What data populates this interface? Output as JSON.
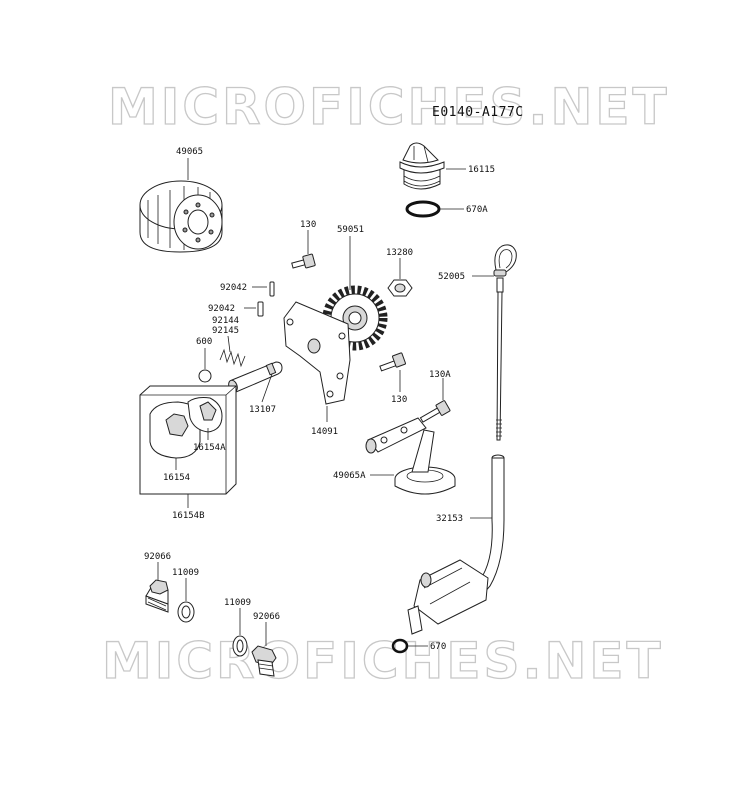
{
  "diagram_code": "E0140-A177C",
  "watermarks": [
    "MICROFICHES.NET",
    "MICROFICHES.NET"
  ],
  "parts": [
    {
      "id": "p49065",
      "label": "49065"
    },
    {
      "id": "p16115",
      "label": "16115"
    },
    {
      "id": "p670A",
      "label": "670A"
    },
    {
      "id": "p130a",
      "label": "130"
    },
    {
      "id": "p59051",
      "label": "59051"
    },
    {
      "id": "p13280",
      "label": "13280"
    },
    {
      "id": "p92042a",
      "label": "92042"
    },
    {
      "id": "p52005",
      "label": "52005"
    },
    {
      "id": "p92042b",
      "label": "92042"
    },
    {
      "id": "p92144",
      "label": "92144"
    },
    {
      "id": "p92145",
      "label": "92145"
    },
    {
      "id": "p600",
      "label": "600"
    },
    {
      "id": "p130b",
      "label": "130"
    },
    {
      "id": "p130A",
      "label": "130A"
    },
    {
      "id": "p13107",
      "label": "13107"
    },
    {
      "id": "p14091",
      "label": "14091"
    },
    {
      "id": "p16154A",
      "label": "16154A"
    },
    {
      "id": "p16154",
      "label": "16154"
    },
    {
      "id": "p49065A",
      "label": "49065A"
    },
    {
      "id": "p16154B",
      "label": "16154B"
    },
    {
      "id": "p32153",
      "label": "32153"
    },
    {
      "id": "p92066a",
      "label": "92066"
    },
    {
      "id": "p11009a",
      "label": "11009"
    },
    {
      "id": "p11009b",
      "label": "11009"
    },
    {
      "id": "p92066b",
      "label": "92066"
    },
    {
      "id": "p670",
      "label": "670"
    }
  ]
}
